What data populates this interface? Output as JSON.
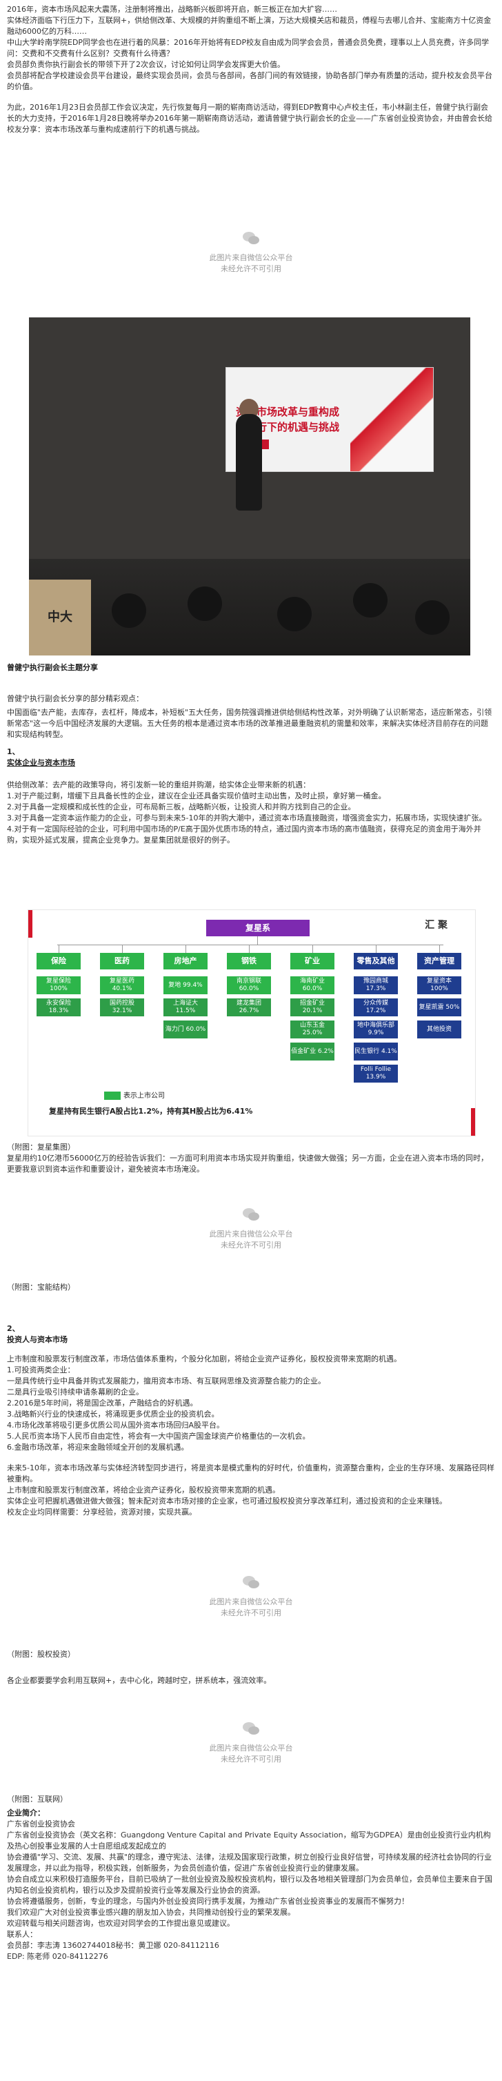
{
  "intro_paragraphs": [
    "2016年，资本市场风起来大震荡，注册制将推出，战略新兴板即将开启，新三板正在加大扩容……",
    "实体经济面临下行压力下，互联网+，供给侧改革、大规模的并购重组不断上演，万达大规模关店和裁员，傅程与去哪儿合并、宝能南方十亿资金融动6000亿的万科……",
    "中山大学岭南学院EDP同学会也在进行着的风暴：2016年开始将有EDP校友自由成为同学会会员，普通会员免费，理事以上人员充费，许多同学问：交费和不交费有什么区别？交费有什么待遇？",
    "会员部负责你执行副会长的带领下开了2次会议，讨论如何让同学会发挥更大价值。",
    "会员部将配合学校建设会员平台建设，最终实现会员间，会员与各部间，各部门间的有效链接，协助各部门举办有质量的活动，提升校友会员平台的价值。",
    "为此，2016年1月23日会员部工作会议决定，先行恢复每月一期的崭南商访活动，得到EDP教育中心卢校主任，韦小林副主任，曾健宁执行副会长的大力支持，于2016年1月28日晚将举办2016年第一期崭南商访活动，邀请曾健宁执行副会长的企业——广东省创业投资协会，并由曾会长给校友分享：资本市场改革与重构成速前行下的机遇与挑战。"
  ],
  "watermark": {
    "line1": "此图片来自微信公众平台",
    "line2": "未经允许不可引用"
  },
  "photo": {
    "screen_title_1": "资本市场改革与重构成",
    "screen_title_2": "速前行下的机遇与挑战",
    "side_banner": "中大"
  },
  "photo_caption": "曾健宁执行副会长主题分享",
  "summary_lead": "曾健宁执行副会长分享的部分精彩观点：",
  "summary_paragraph": "中国面临\"去产能，去库存，去杠杆，降成本，补短板\"五大任务，国务院强调推进供给侧结构性改革，对外明确了认识新常态，适应新常态，引领新常态\"这一今后中国经济发展的大逻辑。五大任务的根本是通过资本市场的改革推进最重融资机的需量和效率，来解决实体经济目前存在的问题和实现结构转型。",
  "section1": {
    "number": "1、",
    "title": "实体企业与资本市场",
    "lead": "供给侧改革：去产能的政策导向，将引发新一轮的重组并购潮，给实体企业带来新的机遇：",
    "points": [
      "1.对于产能过剩，增缓下且具备长性的企业，建议在企业还具备实现价值时主动出售，及时止损，拿好第一桶金。",
      "2.对于具备一定规模和成长性的企业，可布局新三板，战略新兴板，让投资人和并购方找到自己的企业。",
      "3.对于具备一定资本运作能力的企业，可参与到未来5-10年的并购大潮中，通过资本市场直接融资，增强资金实力，拓展市场，实现快速扩张。",
      "4.对于有一定国际经验的企业，可利用中国市场的P/E高于国外优质市场的特点，通过国内资本市场的高市值融资，获得充足的资金用于海外并购，实现外延式发展，提高企业竞争力。复星集团就是很好的例子。"
    ]
  },
  "diagram": {
    "top": "复星系",
    "brand": "汇 聚",
    "columns": [
      {
        "name": "保险",
        "color": "#2db54a",
        "items": [
          "复星保险 100%",
          "永安保险 18.3%"
        ]
      },
      {
        "name": "医药",
        "color": "#2db54a",
        "items": [
          "复星医药 40.1%",
          "国药控股 32.1%"
        ]
      },
      {
        "name": "房地产",
        "color": "#2db54a",
        "items": [
          "复地 99.4%",
          "上海证大 11.5%",
          "海力门 60.0%"
        ]
      },
      {
        "name": "钢铁",
        "color": "#2db54a",
        "items": [
          "南京钢联 60.0%",
          "建龙集团 26.7%"
        ]
      },
      {
        "name": "矿业",
        "color": "#2db54a",
        "items": [
          "海南矿业 60.0%",
          "招金矿业 20.1%",
          "山东玉金 25.0%",
          "佰金矿业 6.2%"
        ]
      },
      {
        "name": "零售及其他",
        "color": "#1f3d8f",
        "items": [
          "豫园商城 17.3%",
          "分众传媒 17.2%",
          "地中海俱乐部 9.9%",
          "民生银行 4.1%",
          "Folli Follie 13.9%"
        ]
      },
      {
        "name": "资产管理",
        "color": "#1f3d8f",
        "items": [
          "复星资本 100%",
          "复星凯雷 50%",
          "其他投资"
        ]
      }
    ],
    "legend": "表示上市公司",
    "footer": "复星持有民生银行A股占比1.2%，持有其H股占比为6.41%"
  },
  "diagram_caption": "（附图：复星集图）",
  "fosun_text": "复星用约10亿港币56000亿万的经验告诉我们：一方面可利用资本市场实现并购重组，快速做大做强；另一方面，企业在进入资本市场的同时，更要我意识到资本运作和重要设计，避免被资本市场淹没。",
  "diagram2_caption": "（附图：宝能结构）",
  "section2": {
    "number": "2、",
    "title": "投资人与资本市场",
    "lead": "上市制度和股票发行制度改革，市场估值体系重构，个股分化加剧，将给企业资产证券化，股权投资带来宽期的机遇。",
    "points": [
      "1.可投资两类企业：",
      "一是具传统行业中具备并购式发展能力，擅用资本市场、有互联网思维及资源整合能力的企业。",
      "二是具行业吸引持续申请条幕刷的企业。",
      "2.2016是5年时间，将是国企改革，产融结合的好机遇。",
      "3.战略新兴行业的快速成长，将涌现更多优质企业的投资机会。",
      "4.市场化改革将吸引更多优质公司从国外资本市场回归A股平台。",
      "5.人民币资本场下人民币自由定性，将会有一大中国资产国金球资产价格重估的一次机会。",
      "6.金融市场改革，将迎来金融领域全开创的发展机遇。"
    ],
    "para2": "未来5-10年，资本市场改革与实体经济转型同步进行，将是资本是模式重构的好时代，价值重构，资源整合重构，企业的生存环境、发展路径同样被重构。",
    "para3": "上市制度和股票发行制度改革，将给企业资产证券化，股权投资带来宽期的机遇。",
    "para4": "实体企业可把握机遇做进做大做强；智未配对资本市场对接的企业家，也可通过股权投资分享改革红利，通过投资和的企业来赚钱。",
    "para5": "校友企业均同样需要：分享经验，资源对接，实现共赢。"
  },
  "investment_caption": "（附图：股权投资）",
  "shared_line": "各企业都要要学会利用互联网+，去中心化，跨越时空，拼系统本，强流效率。",
  "internet_caption": "（附图：互联网）",
  "company": {
    "heading": "企业简介：",
    "lines": [
      "广东省创业投资协会",
      "广东省创业投资协会（英文名称：Guangdong Venture Capital and Private Equity Association，缩写为GDPEA）是由创业投资行业内机构及热心创投事业发展的人士自愿组成发起成立的",
      "协会遵循\"学习、交流、发展、共赢\"的理念，遵守宪法、法律，法规及国家现行政策，树立创投行业良好信誉，可持续发展的经济社会协同的行业发展理念，并以此为指导，积极实践，创新服务，为会员创造价值，促进广东省创业投资行业的健康发展。",
      "协会自成立以来积极打造服务平台，目前已吸纳了一批创业投资及股权投资机构，银行以及各地相关管理部门为会员单位，会员单位主要来自于国内知名创业投资机构，银行以及步及提前投资行业等发展及行业协会的资源。",
      "协会将遵循服务，创新，专业的理念，与国内外创业投资同行携手发展，为推动广东省创业投资事业的发展而不懈努力！",
      "我们欢迎广大对创业投资事业感兴趣的朋友加入协会，共同推动创投行业的繁荣发展。",
      "欢迎转载与相关问题咨询，也欢迎对同学会的工作提出意见或建议。"
    ],
    "contact_heading": "联系人：",
    "contacts": [
      "会员部：李志涛 13602744018秘书：黄卫娜 020-84112116",
      "EDP: 陈老师 020-84112276"
    ]
  }
}
